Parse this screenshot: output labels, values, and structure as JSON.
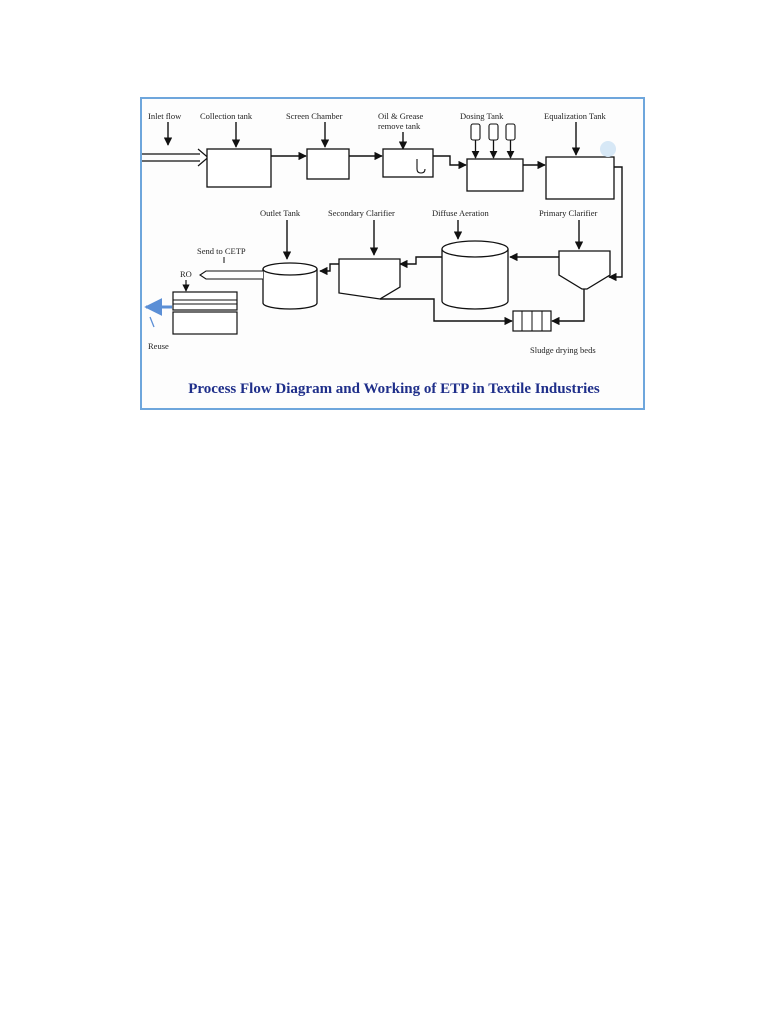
{
  "labels": {
    "inlet_flow": "Inlet flow",
    "collection_tank": "Collection tank",
    "screen_chamber": "Screen Chamber",
    "oil_grease_1": "Oil & Grease",
    "oil_grease_2": "remove tank",
    "dosing_tank": "Dosing Tank",
    "equalization_tank": "Equalization Tank",
    "outlet_tank": "Outlet Tank",
    "secondary_clarifier": "Secondary Clarifier",
    "diffuse_aeration": "Diffuse Aeration",
    "primary_clarifier": "Primary Clarifier",
    "send_to_cetp": "Send to CETP",
    "ro": "RO",
    "reuse": "Reuse",
    "sludge_drying_beds": "Sludge drying beds"
  },
  "caption": "Process Flow Diagram and Working of ETP in Textile Industries",
  "colors": {
    "frame": "#6ea6dc",
    "caption": "#1f2f8a",
    "reuse_arrow": "#5b8fd6"
  }
}
